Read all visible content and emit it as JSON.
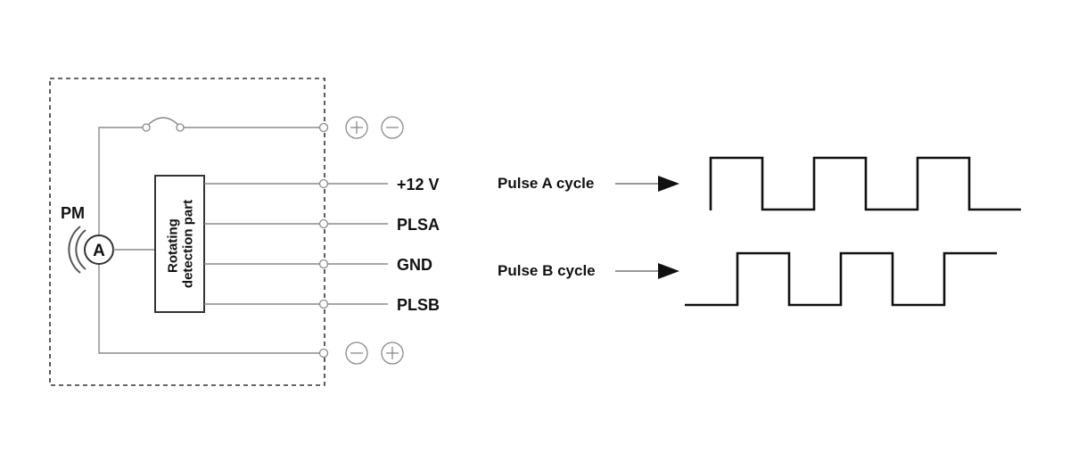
{
  "labels": {
    "pm": "PM",
    "motor": "A",
    "detector_line1": "Rotating",
    "detector_line2": "detection part",
    "pin_12v": "+12 V",
    "pin_plsa": "PLSA",
    "pin_gnd": "GND",
    "pin_plsb": "PLSB",
    "pulse_a": "Pulse A cycle",
    "pulse_b": "Pulse B cycle"
  },
  "polarity": {
    "top": [
      "+",
      "−"
    ],
    "bottom": [
      "−",
      "+"
    ]
  },
  "colors": {
    "wire": "#8a8a8a",
    "border": "#333333",
    "waveform": "#111111",
    "text": "#111111"
  }
}
